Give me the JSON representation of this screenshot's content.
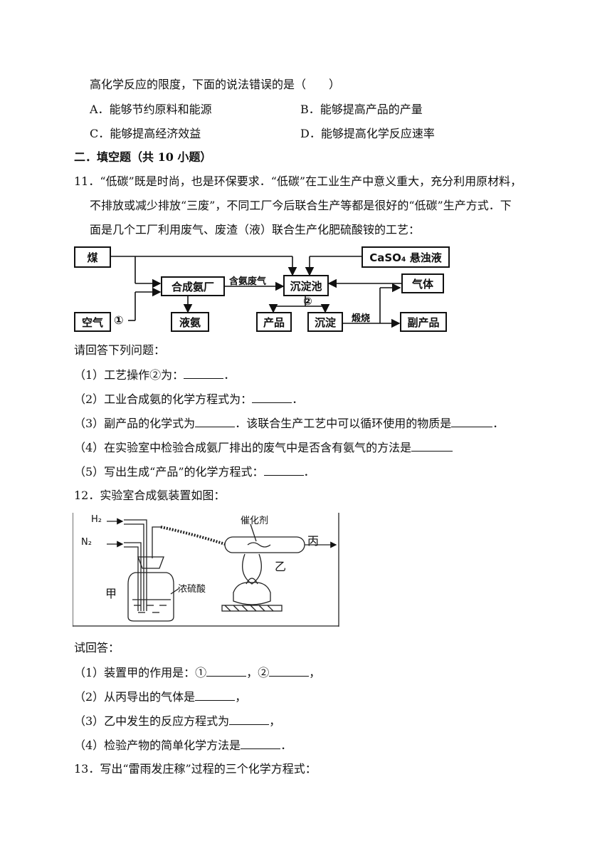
{
  "q10": {
    "stem": "高化学反应的限度，下面的说法错误的是（　　）",
    "options": [
      {
        "letter": "A．",
        "text": "能够节约原料和能源"
      },
      {
        "letter": "B．",
        "text": "能够提高产品的产量"
      },
      {
        "letter": "C．",
        "text": "能够提高经济效益"
      },
      {
        "letter": "D．",
        "text": "能够提高化学反应速率"
      }
    ]
  },
  "section2": {
    "title": "二．填空题（共 10 小题）"
  },
  "q11": {
    "lines": [
      "11．“低碳”既是时尚，也是环保要求．“低碳”在工业生产中意义重大，充分利用原材料，",
      "不排放或减少排放“三废”，不同工厂今后联合生产等都是很好的“低碳”生产方式．下",
      "面是几个工厂利用废气、废渣（液）联合生产化肥硫酸铵的工艺："
    ],
    "flow": {
      "coal": "煤",
      "air": "空气",
      "step1": "①",
      "plant": "合成氨厂",
      "liquid_ammonia": "液氨",
      "gas_label": "含氨废气",
      "tank": "沉淀池",
      "step2": "②",
      "caso4": "CaSO₄ 悬浊液",
      "gas": "气体",
      "product": "产品",
      "precipitate": "沉淀",
      "calcine": "煅烧",
      "byproduct": "副产品"
    },
    "prompt": "请回答下列问题：",
    "sub": {
      "s1": "（1）工艺操作②为：",
      "s2": "（2）工业合成氨的化学方程式为：",
      "s3a": "（3）副产品的化学式为",
      "s3b": "．该联合生产工艺中可以循环使用的物质是",
      "s4": "（4）在实验室中检验合成氨厂排出的废气中是否含有氨气的方法是",
      "s5": "（5）写出生成“产品”的化学方程式：",
      "end": "．"
    }
  },
  "q12": {
    "stem": "12．实验室合成氨装置如图：",
    "apparatus": {
      "h2": "H₂",
      "n2": "N₂",
      "catalyst": "催化剂",
      "c": "丙",
      "b": "乙",
      "a": "甲",
      "acid": "浓硫酸"
    },
    "prompt": "试回答：",
    "sub": {
      "s1a": "（1）装置甲的作用是：①",
      "s1b": "，②",
      "comma": "，",
      "s2": "（2）从丙导出的气体是",
      "s3": "（3）乙中发生的反应方程式为",
      "s4": "（4）检验产物的简单化学方法是",
      "end": "．"
    }
  },
  "q13": {
    "stem": "13．写出“雷雨发庄稼”过程的三个化学方程式："
  }
}
